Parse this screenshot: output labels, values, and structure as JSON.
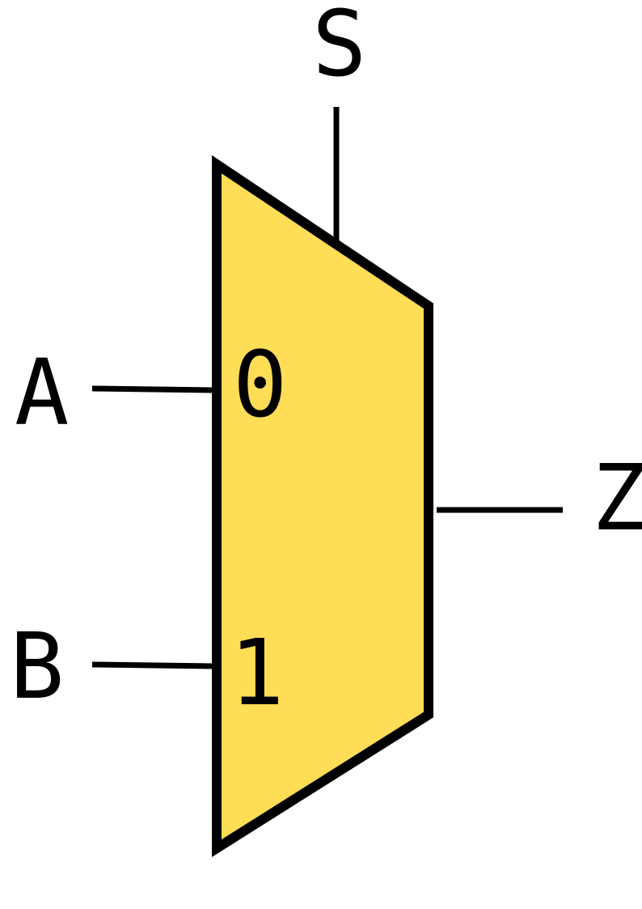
{
  "diagram": {
    "signals": {
      "select": "S",
      "input_a": "A",
      "input_b": "B",
      "output": "Z"
    },
    "ports": {
      "port_0": "0",
      "port_1": "1"
    },
    "colors": {
      "body_fill": "#FFDD57",
      "stroke": "#000000"
    }
  }
}
